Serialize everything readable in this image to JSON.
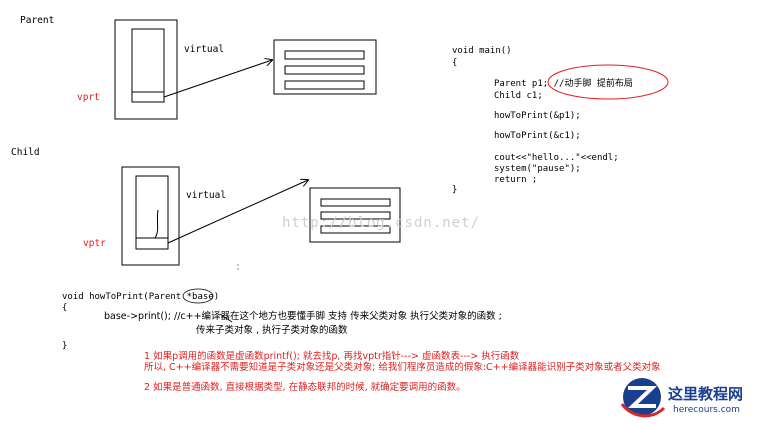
{
  "labels": {
    "parent": "Parent",
    "child": "Child",
    "vprt": "vprt",
    "vptr": "vptr",
    "virtual_parent": "virtual",
    "virtual_child": "virtual"
  },
  "main_code": [
    "void main()",
    "{",
    "Parent p1; //动手脚  提前布局",
    "Child c1;",
    "howToPrint(&p1);",
    "howToPrint(&c1);",
    "cout<<\"hello...\"<<endl;",
    "system(\"pause\");",
    "return ;",
    "}"
  ],
  "how_code": {
    "signature": "void howToPrint(Parent *base)",
    "open": "{",
    "call_line": "base->print();  //c++编译器在这个地方也要懂手脚 支持 传来父类对象 执行父类对象的函数 ;",
    "call_line2": "传来子类对象 , 执行子类对象的函数",
    "close": "}"
  },
  "notes": [
    "1 如果p调用的函数是虚函数printf(); 就去找p, 再找vptr指针---> 虚函数表---> 执行函数",
    "所以, C++编译器不需要知道是子类对象还是父类对象; 给我们程序员造成的假象:C++编译器能识别子类对象或者父类对象",
    "2 如果是普通函数, 直接根据类型, 在静态联邦的时候, 就确定要调用的函数。"
  ],
  "watermark": "http://blog.csdn.net/",
  "logo": {
    "title": "这里教程网",
    "url": "herecours.com"
  },
  "colors": {
    "note_red": "#e02020",
    "logo_blue": "#1a3f8f",
    "logo_red": "#d8262b"
  }
}
